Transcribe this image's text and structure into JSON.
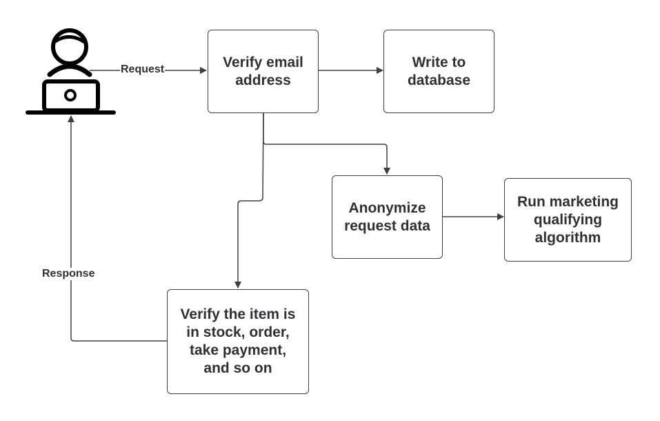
{
  "nodes": {
    "verify_email": {
      "label": "Verify email\naddress"
    },
    "write_db": {
      "label": "Write to\ndatabase"
    },
    "anonymize": {
      "label": "Anonymize\nrequest data"
    },
    "marketing": {
      "label": "Run marketing\nqualifying\nalgorithm"
    },
    "verify_stock": {
      "label": "Verify the item is\nin stock, order,\ntake payment,\nand so on"
    }
  },
  "edges": {
    "request": {
      "label": "Request"
    },
    "response": {
      "label": "Response"
    }
  },
  "icons": {
    "user": "user-at-laptop-icon"
  },
  "colors": {
    "stroke": "#3a3f47",
    "text": "#2d3036",
    "icon": "#000000"
  }
}
